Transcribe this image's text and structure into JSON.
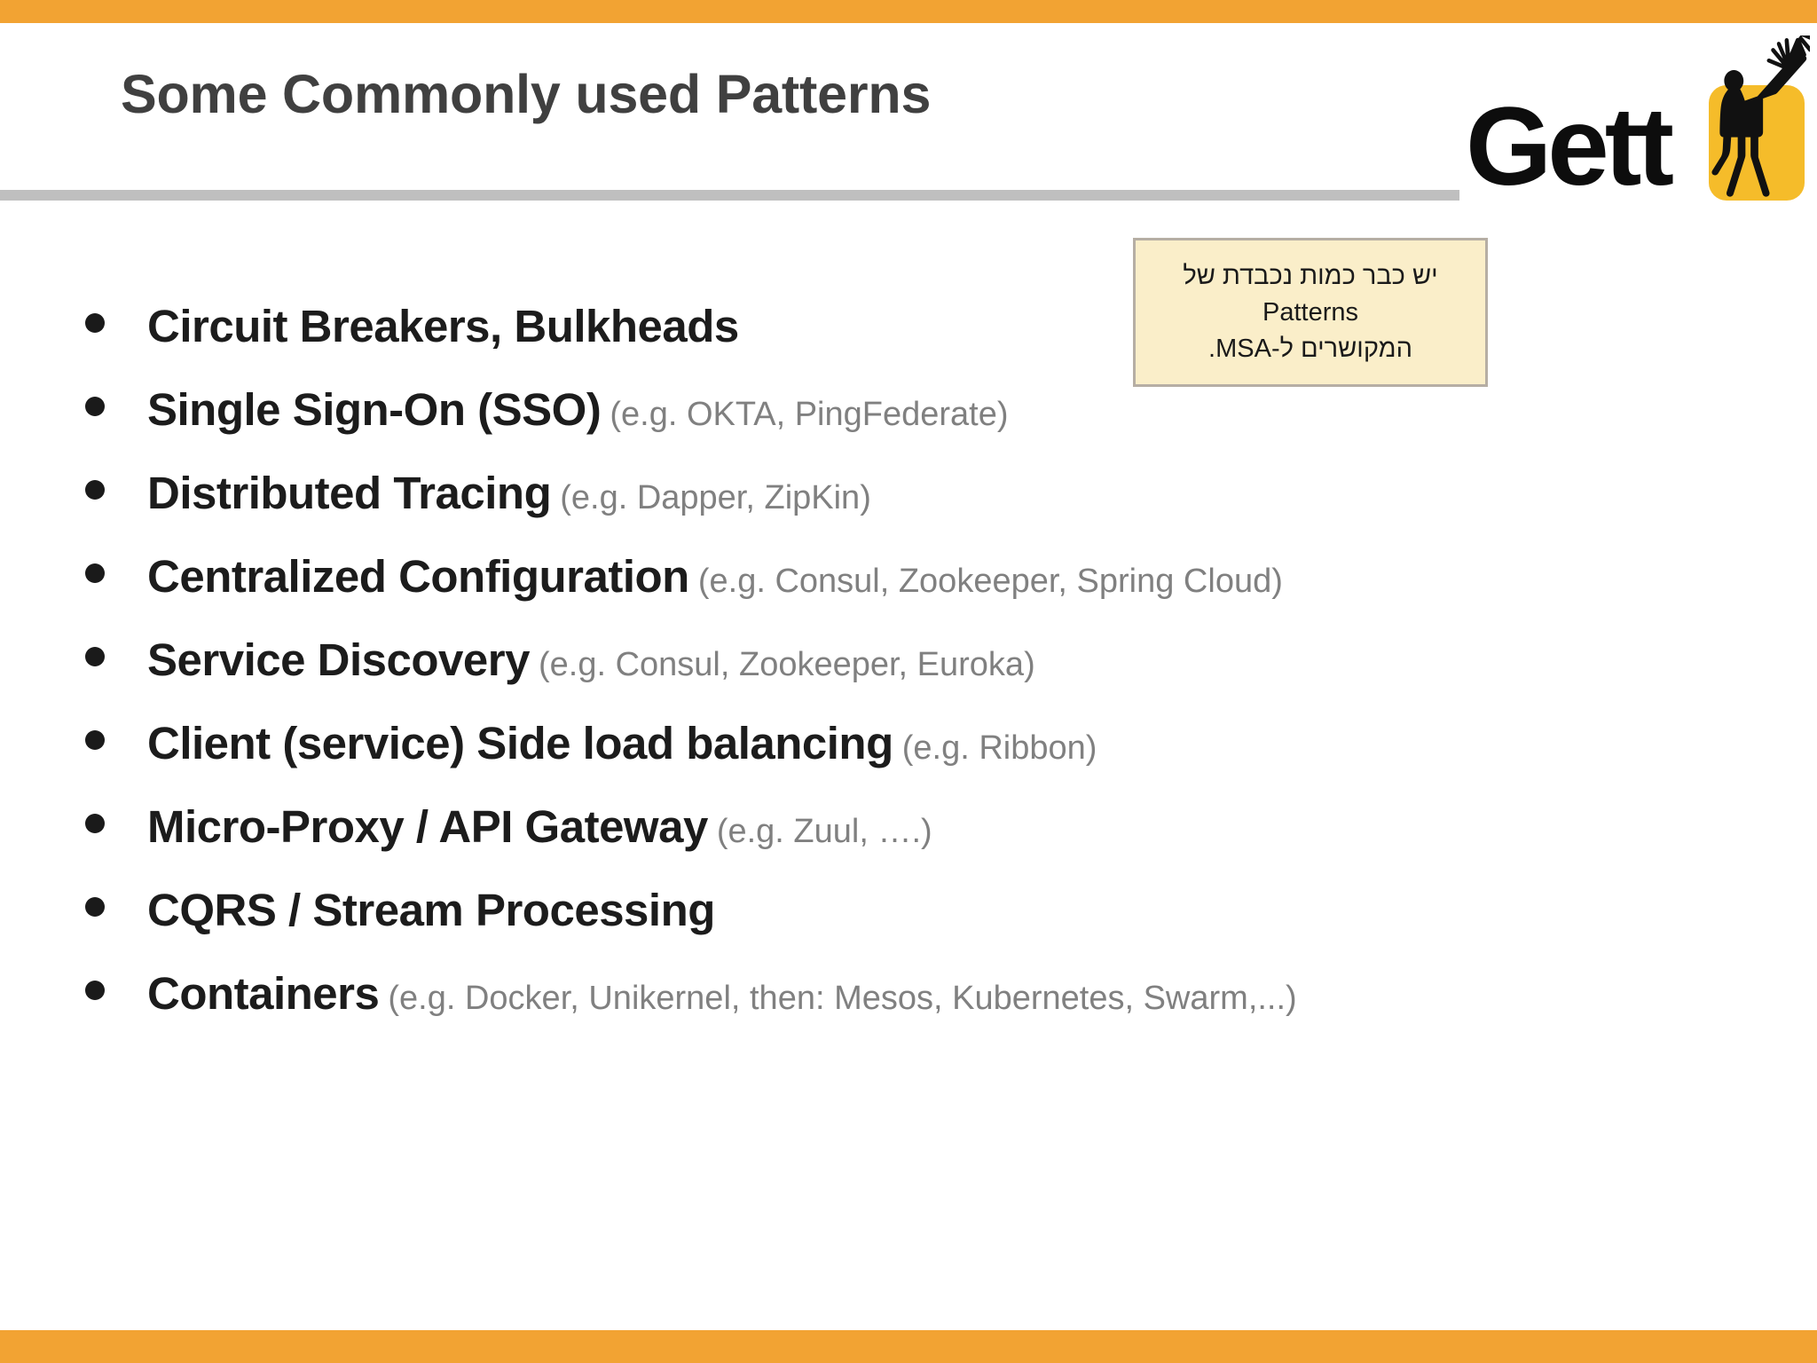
{
  "slide": {
    "title": "Some Commonly used Patterns",
    "accent_color": "#f2a333",
    "rule_color": "#bfbfbf",
    "title_color": "#404040"
  },
  "logo": {
    "wordmark": "Gett",
    "badge_color": "#f5bc2a",
    "figure_color": "#111111",
    "icon_name": "gett-person-waving-silhouette"
  },
  "callout": {
    "line1": "יש כבר כמות נכבדת של Patterns",
    "line2": "המקושרים ל-MSA.",
    "background": "#faeec9",
    "border_color": "#b6aea4"
  },
  "bullets": [
    {
      "main": "Circuit Breakers, Bulkheads",
      "note": ""
    },
    {
      "main": "Single Sign-On (SSO)",
      "note": "(e.g. OKTA, PingFederate)"
    },
    {
      "main": "Distributed Tracing",
      "note": "(e.g. Dapper, ZipKin)"
    },
    {
      "main": "Centralized Configuration",
      "note": "(e.g. Consul, Zookeeper, Spring Cloud)"
    },
    {
      "main": "Service Discovery",
      "note": "(e.g. Consul, Zookeeper, Euroka)"
    },
    {
      "main": "Client (service) Side load balancing",
      "note": "(e.g. Ribbon)"
    },
    {
      "main": "Micro-Proxy / API Gateway",
      "note": "(e.g. Zuul, ….)"
    },
    {
      "main": "CQRS / Stream Processing",
      "note": ""
    },
    {
      "main": "Containers",
      "note": "(e.g. Docker, Unikernel, then: Mesos, Kubernetes, Swarm,...)"
    }
  ]
}
